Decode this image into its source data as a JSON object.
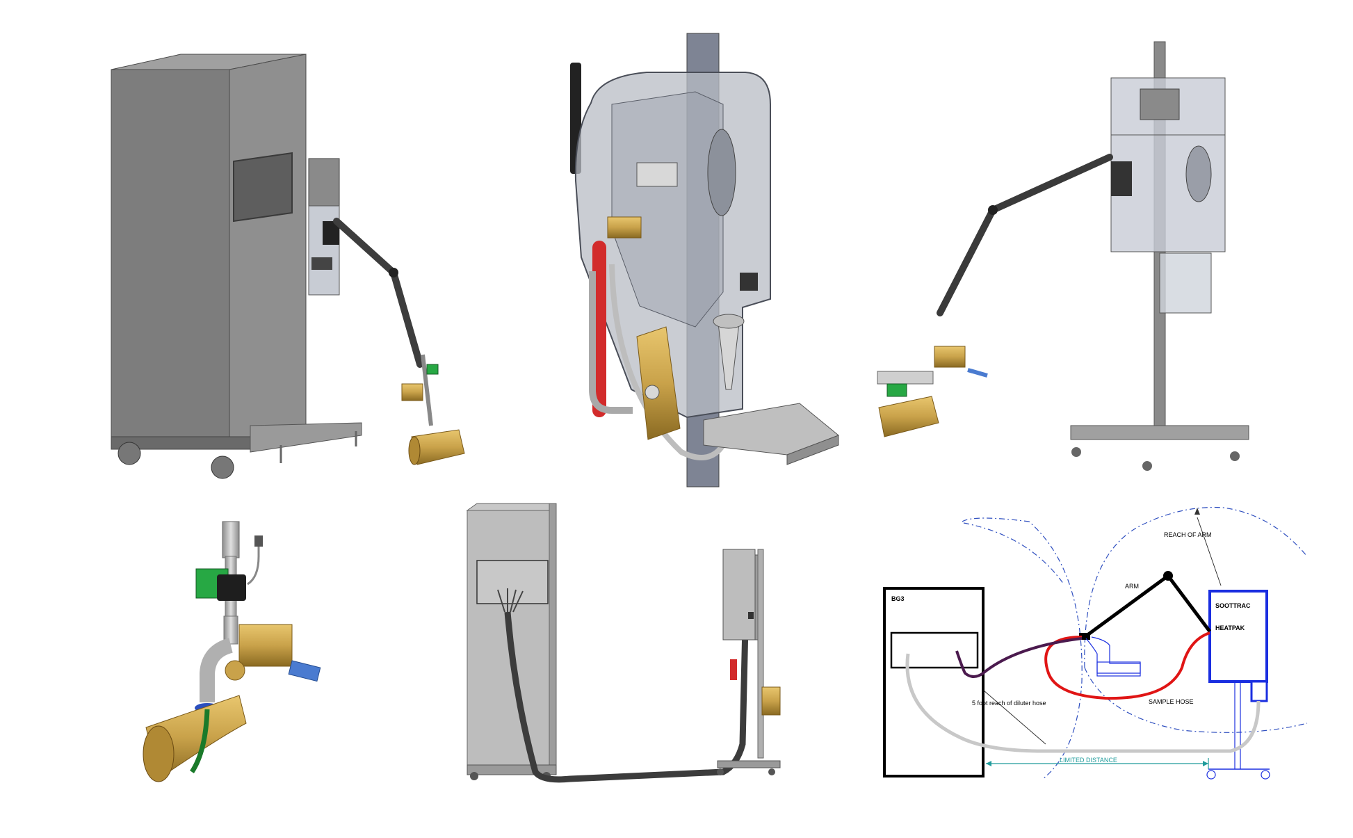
{
  "colors": {
    "cabinet": "#8c8c8c",
    "cabinet_dark": "#6f6f6f",
    "cabinet_light": "#a6a6a6",
    "shell": "#b8bcc4",
    "brass": "#c9a24a",
    "brass_dark": "#8a6a22",
    "green_valve": "#27a844",
    "red_hose": "#d22b2b",
    "purple_hose": "#4b1a4e",
    "sample_hose": "#e01515",
    "dilution_hose": "#c8c8c8",
    "schematic_blue": "#1a2ee0",
    "teal": "#1f9b9b",
    "dash_blue": "#3050c0"
  },
  "schematic": {
    "bg3_label": "BG3",
    "soottrac_label": "SOOTTRAC",
    "heatpak_label": "HEATPAK",
    "arm_label": "ARM",
    "reach_label": "REACH OF ARM",
    "diluter_reach_label": "5 foot reach of diluter hose",
    "sample_hose_label": "SAMPLE HOSE",
    "limited_distance_label": "LIMITED DISTANCE"
  },
  "panels": [
    {
      "id": "cabinet-arm-render",
      "icon": "cabinet-with-arm-icon"
    },
    {
      "id": "sampler-cutaway-render",
      "icon": "translucent-sampler-icon"
    },
    {
      "id": "pole-stand-render",
      "icon": "pole-stand-sampler-icon"
    },
    {
      "id": "probe-valve-detail",
      "icon": "probe-valve-icon"
    },
    {
      "id": "cabinet-hose-render",
      "icon": "cabinet-hose-icon"
    },
    {
      "id": "layout-schematic",
      "icon": "schematic-diagram-icon"
    }
  ]
}
